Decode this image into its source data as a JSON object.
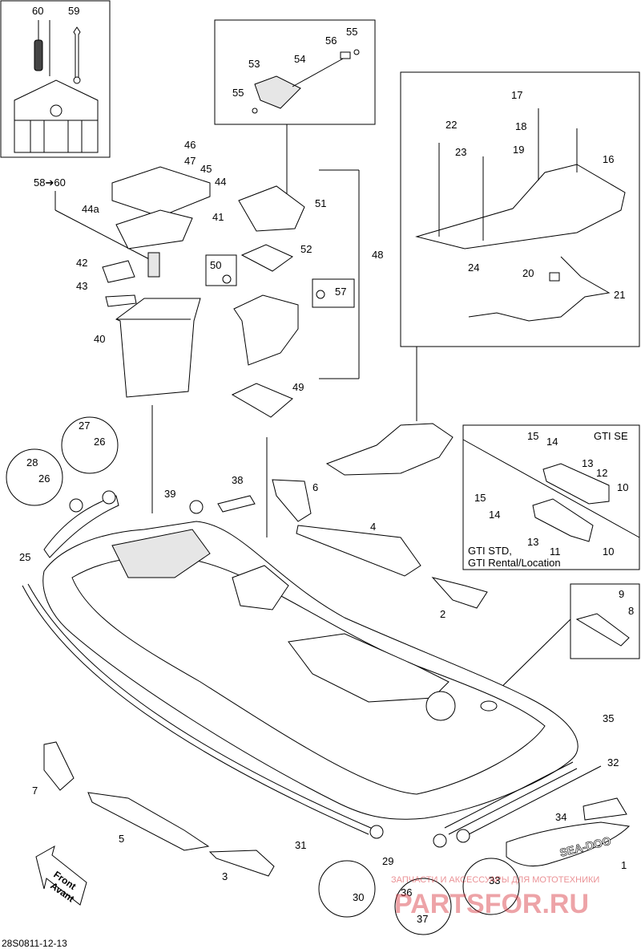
{
  "diagram_id": "28S0811-12-13",
  "front_label": [
    "Front",
    "Avant"
  ],
  "gti_se_label": "GTI SE",
  "gti_std_label": [
    "GTI STD,",
    "GTI Rental/Location"
  ],
  "callout_58_60": "58➔60",
  "watermark": {
    "caption": "ЗАПЧАСТИ И АКСЕССУАРЫ ДЛЯ МОТОТЕХНИКИ",
    "brand": "PARTSFOR.RU"
  },
  "part_numbers": {
    "p1": "1",
    "p2": "2",
    "p3": "3",
    "p4": "4",
    "p5": "5",
    "p6": "6",
    "p7": "7",
    "p8": "8",
    "p9": "9",
    "p10a": "10",
    "p10b": "10",
    "p11": "11",
    "p12": "12",
    "p13a": "13",
    "p13b": "13",
    "p14a": "14",
    "p14b": "14",
    "p15a": "15",
    "p15b": "15",
    "p16": "16",
    "p17": "17",
    "p18": "18",
    "p19": "19",
    "p20": "20",
    "p21": "21",
    "p22": "22",
    "p23": "23",
    "p24": "24",
    "p25": "25",
    "p26a": "26",
    "p26b": "26",
    "p27": "27",
    "p28": "28",
    "p29": "29",
    "p30": "30",
    "p31": "31",
    "p32": "32",
    "p33": "33",
    "p34": "34",
    "p35": "35",
    "p36": "36",
    "p37": "37",
    "p38": "38",
    "p39": "39",
    "p40": "40",
    "p41": "41",
    "p42": "42",
    "p43": "43",
    "p44": "44",
    "p44a": "44a",
    "p45": "45",
    "p46": "46",
    "p47": "47",
    "p48": "48",
    "p49": "49",
    "p50": "50",
    "p51": "51",
    "p52": "52",
    "p53": "53",
    "p54": "54",
    "p55a": "55",
    "p55b": "55",
    "p56": "56",
    "p57": "57",
    "p59": "59",
    "p60": "60"
  },
  "logo_text": "SEA-DOO"
}
